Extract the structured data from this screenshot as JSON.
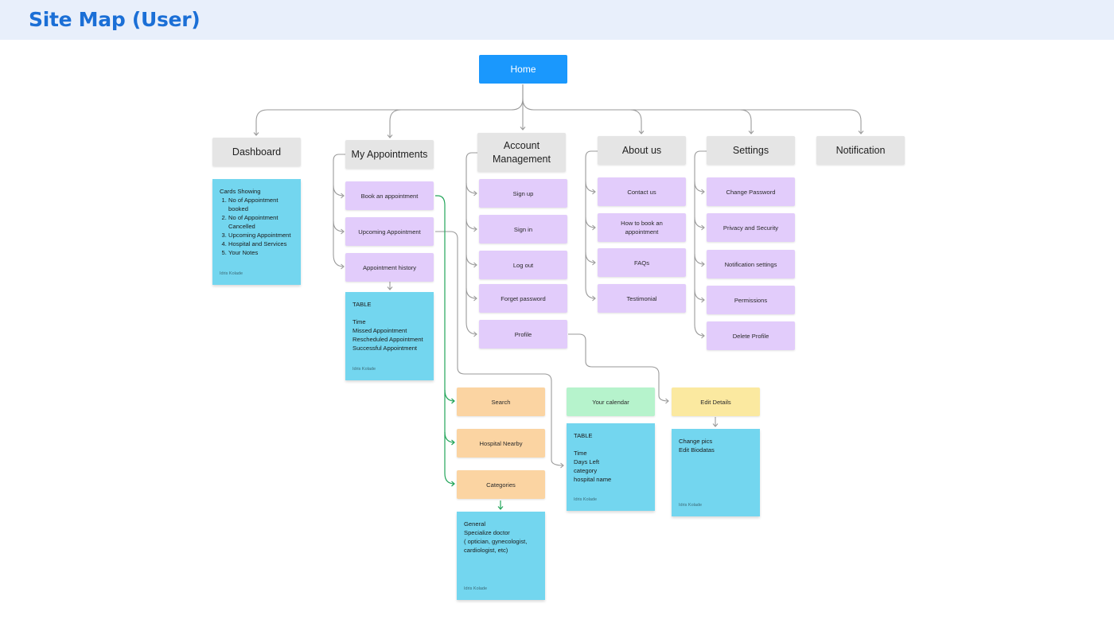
{
  "title": "Site Map (User)",
  "colors": {
    "header_bg": "#e8effb",
    "title": "#1b6fd6",
    "home": "#1a98fd",
    "category": "#e5e5e5",
    "item": "#e2ccfb",
    "note": "#73d6ef",
    "orange": "#fbd4a2",
    "green": "#b6f3cc",
    "yellow": "#fbe9a0",
    "connector": "#9a9a9a",
    "connector_green": "#23a55a"
  },
  "home": "Home",
  "categories": {
    "dashboard": "Dashboard",
    "appointments": "My  Appointments",
    "account": "Account Management",
    "about": "About us",
    "settings": "Settings",
    "notification": "Notification"
  },
  "dashboard_note": {
    "heading": "Cards Showing",
    "items": [
      "No of Appointment booked",
      "No of Appointment Cancelled",
      "Upcoming Appointment",
      "Hospital and Services",
      "Your Notes"
    ],
    "author": "Idris Kolade"
  },
  "appointments": {
    "items": [
      "Book an appointment",
      "Upcoming Appointment",
      "Appointment history"
    ],
    "history_note": {
      "heading": "TABLE",
      "lines": [
        "Time",
        "Missed Appointment",
        "Rescheduled Appointment",
        "Successful Appointment"
      ],
      "author": "Idris Kolade"
    }
  },
  "account": {
    "items": [
      "Sign up",
      "Sign in",
      "Log out",
      "Forget password",
      "Profile"
    ]
  },
  "about": {
    "items": [
      "Contact us",
      "How to book an appointment",
      "FAQs",
      "Testimonial"
    ]
  },
  "settings": {
    "items": [
      "Change Password",
      "Privacy and Security",
      "Notification settings",
      "Permissions",
      "Delete Profile"
    ]
  },
  "booking": {
    "items": [
      "Search",
      "Hospital Nearby",
      "Categories"
    ],
    "categories_note": {
      "lines": [
        "General",
        "Specialize doctor",
        "( optician, gynecologist,",
        "cardiologist, etc)"
      ],
      "author": "Idris Kolade"
    }
  },
  "calendar": {
    "label": "Your calendar",
    "note": {
      "heading": "TABLE",
      "lines": [
        "Time",
        "Days Left",
        "category",
        "hospital name"
      ],
      "author": "Idris Kolade"
    }
  },
  "profile_edit": {
    "label": "Edit Details",
    "note": {
      "lines": [
        "Change pics",
        "Edit Biodatas"
      ],
      "author": "Idris Kolade"
    }
  }
}
